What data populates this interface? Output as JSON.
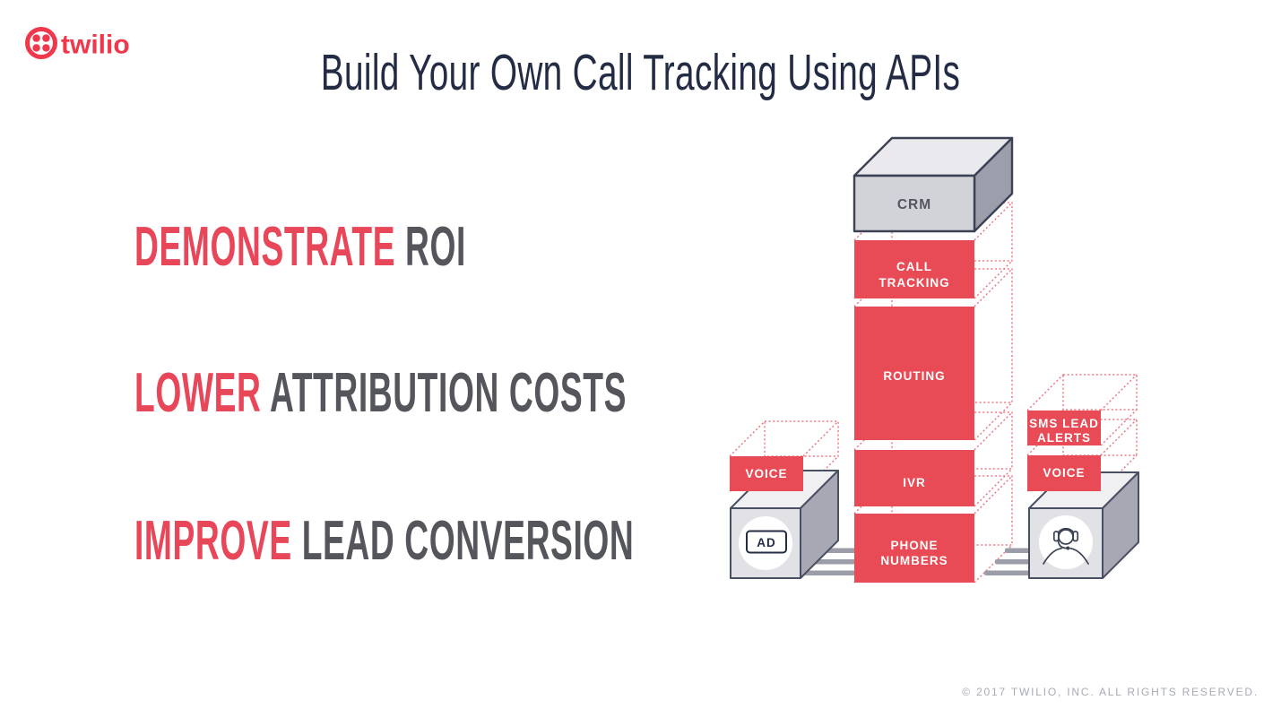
{
  "brand": {
    "logo_text": "twilio"
  },
  "title": "Build Your Own Call Tracking Using APIs",
  "bullets": [
    {
      "highlight": "DEMONSTRATE",
      "rest": " ROI"
    },
    {
      "highlight": "LOWER",
      "rest": " ATTRIBUTION COSTS"
    },
    {
      "highlight": "IMPROVE",
      "rest": " LEAD CONVERSION"
    }
  ],
  "diagram": {
    "crm_label": "CRM",
    "stack": {
      "call_tracking_line1": "CALL",
      "call_tracking_line2": "TRACKING",
      "routing": "ROUTING",
      "ivr": "IVR",
      "phone_line1": "PHONE",
      "phone_line2": "NUMBERS"
    },
    "left_source": {
      "voice": "VOICE",
      "ad": "AD"
    },
    "right_output": {
      "sms_line1": "SMS LEAD",
      "sms_line2": "ALERTS",
      "voice": "VOICE"
    }
  },
  "footer": "© 2017 TWILIO, INC. ALL RIGHTS RESERVED.",
  "colors": {
    "brand_red": "#F0374B",
    "bullet_red": "#E8475A",
    "box_red": "#E84B55",
    "wireframe_pink": "#F07884",
    "dark_navy": "#232C44",
    "text_gray": "#54565C",
    "crm_gray": "#D2D3D9",
    "cable_gray": "#9B9DA8",
    "footer_gray": "#A8ABB6"
  }
}
